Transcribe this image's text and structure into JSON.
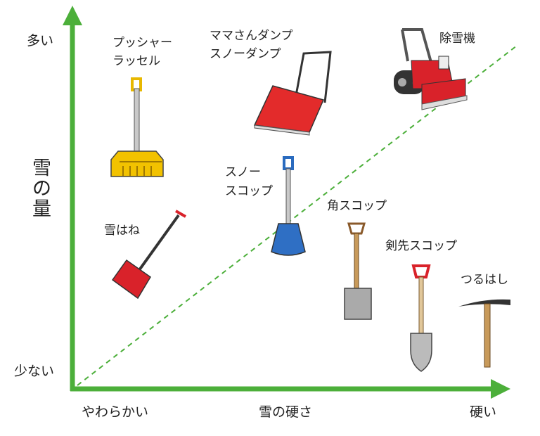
{
  "colors": {
    "axis": "#4caf3a",
    "diagonal": "#4caf3a"
  },
  "y_axis": {
    "title_chars": [
      "雪",
      "の",
      "量"
    ],
    "high": "多い",
    "low": "少ない"
  },
  "x_axis": {
    "title": "雪の硬さ",
    "low": "やわらかい",
    "high": "硬い"
  },
  "tools": {
    "pusher": [
      "プッシャー",
      "ラッセル"
    ],
    "mama_dump": [
      "ママさんダンプ",
      "スノーダンプ"
    ],
    "snowblower": "除雪機",
    "snow_shovel": [
      "スノー",
      "スコップ"
    ],
    "square_shovel": "角スコップ",
    "yukihane": "雪はね",
    "pointed_shovel": "剣先スコップ",
    "pickaxe": "つるはし"
  }
}
